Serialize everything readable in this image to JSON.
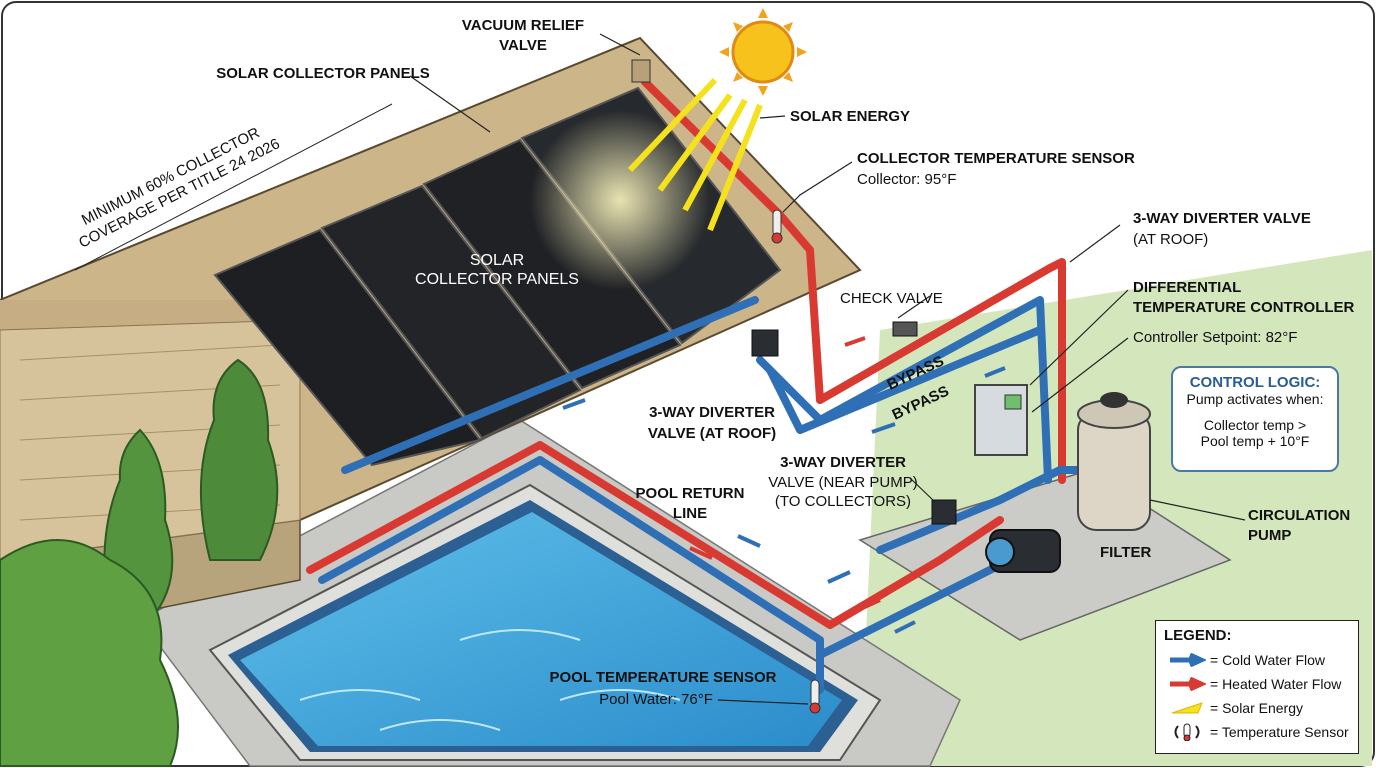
{
  "labels": {
    "vacuum_relief_valve": [
      "VACUUM RELIEF",
      "VALVE"
    ],
    "solar_collector_panels_top": "SOLAR COLLECTOR PANELS",
    "solar_energy": "SOLAR ENERGY",
    "coverage_note": [
      "MINIMUM 60% COLLECTOR",
      "COVERAGE PER TITLE 24 2026"
    ],
    "panels_center": [
      "SOLAR",
      "COLLECTOR PANELS"
    ],
    "collector_temp_sensor": "COLLECTOR TEMPERATURE SENSOR",
    "collector_temp_value": "Collector: 95°F",
    "diverter_roof_right": [
      "3-WAY DIVERTER VALVE",
      "(AT ROOF)"
    ],
    "check_valve": "CHECK VALVE",
    "differential_controller": [
      "DIFFERENTIAL",
      "TEMPERATURE CONTROLLER"
    ],
    "controller_setpoint": "Controller Setpoint: 82°F",
    "bypass_1": "BYPASS",
    "bypass_2": "BYPASS",
    "diverter_roof_left": [
      "3-WAY DIVERTER",
      "VALVE (AT ROOF)"
    ],
    "diverter_pump": [
      "3-WAY DIVERTER",
      "VALVE (NEAR PUMP)",
      "(TO COLLECTORS)"
    ],
    "pool_return_line": [
      "POOL RETURN",
      "LINE"
    ],
    "filter": "FILTER",
    "circulation_pump": [
      "CIRCULATION",
      "PUMP"
    ],
    "pool_temp_sensor": "POOL TEMPERATURE SENSOR",
    "pool_temp_value": "Pool Water: 76°F"
  },
  "control_logic": {
    "title": "CONTROL LOGIC:",
    "line1": "Pump activates when:",
    "line2": "Collector temp >",
    "line3": "Pool temp + 10°F"
  },
  "legend": {
    "title": "LEGEND:",
    "items": [
      {
        "label": "= Cold Water Flow",
        "icon": "blue-arrow-icon"
      },
      {
        "label": "= Heated Water Flow",
        "icon": "red-arrow-icon"
      },
      {
        "label": "= Solar Energy",
        "icon": "sun-ray-icon"
      },
      {
        "label": "= Temperature Sensor",
        "icon": "sensor-icon"
      }
    ]
  },
  "colors": {
    "cold": "#2f6fb5",
    "hot": "#d83a32",
    "solar": "#f5e11c",
    "pool": "#3aa0d8",
    "grass": "#cfe3b4"
  }
}
